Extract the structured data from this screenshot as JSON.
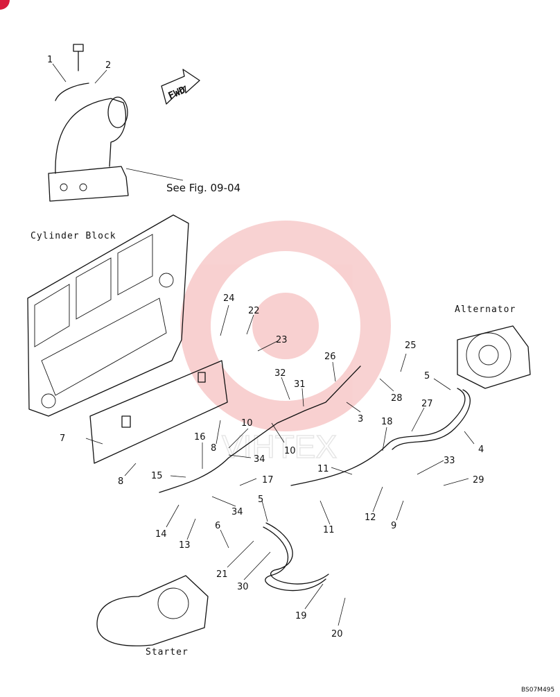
{
  "diagram": {
    "headings": {
      "cylinder_block": "Cylinder Block",
      "alternator": "Alternator",
      "starter": "Starter",
      "see_fig": "See Fig. 09-04",
      "fwd": "FWD",
      "drawing_code": "BS07M495",
      "watermark": "VIHTEX"
    },
    "callouts": [
      "1",
      "2",
      "24",
      "22",
      "23",
      "26",
      "25",
      "5",
      "27",
      "32",
      "31",
      "28",
      "3",
      "18",
      "4",
      "10",
      "7",
      "34",
      "16",
      "8",
      "33",
      "29",
      "15",
      "11",
      "17",
      "12",
      "9",
      "34",
      "14",
      "5",
      "13",
      "6",
      "11",
      "21",
      "30",
      "19",
      "20",
      "10",
      "8"
    ]
  }
}
